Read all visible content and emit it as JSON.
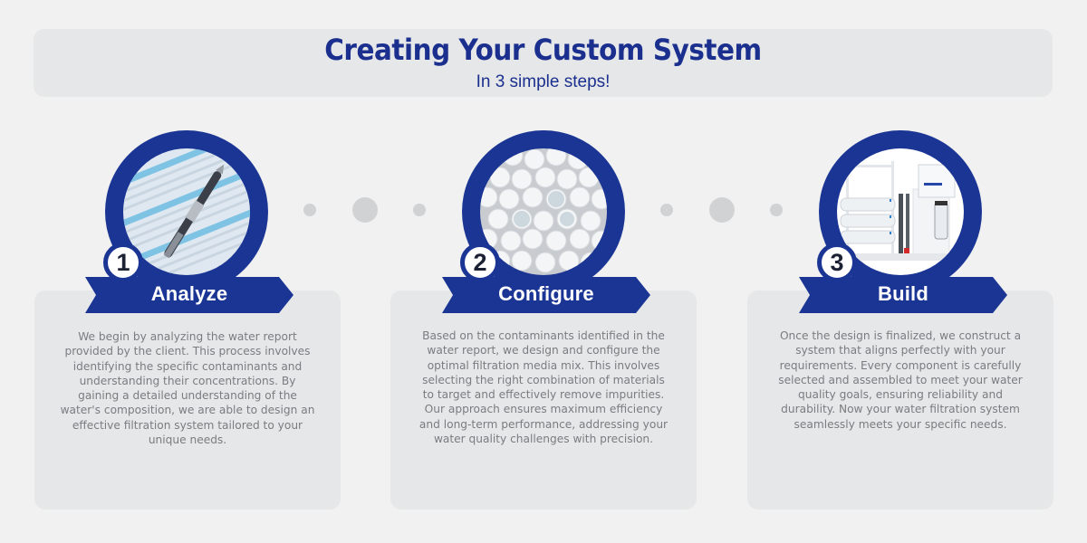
{
  "header": {
    "title": "Creating Your Custom System",
    "subtitle": "In 3 simple steps!"
  },
  "colors": {
    "brand_blue": "#1b3595",
    "title_blue": "#1b2f8f",
    "card_bg": "#e6e7e8",
    "page_bg": "#f0f1f0",
    "body_text": "#7a7c7f",
    "connector_dot": "#d1d2d4"
  },
  "steps": [
    {
      "number": "1",
      "label": "Analyze",
      "image": "water-report-with-pen-photo",
      "description": "We begin by analyzing the water report provided by the client. This process involves identifying the specific contaminants and understanding their concentrations. By gaining a detailed understanding of the water's composition, we are able to design an effective filtration system tailored to your unique needs."
    },
    {
      "number": "2",
      "label": "Configure",
      "image": "white-filtration-media-balls-photo",
      "description": "Based on the contaminants identified in the water report, we design and configure the optimal filtration media mix. This involves selecting the right combination of materials to target and effectively remove impurities. Our approach ensures maximum efficiency and long-term performance, addressing your water quality challenges with precision."
    },
    {
      "number": "3",
      "label": "Build",
      "image": "water-filtration-system-equipment-photo",
      "description": "Once the design is finalized, we construct a system that aligns perfectly with your requirements. Every component is carefully selected and assembled to meet your water quality goals, ensuring reliability and durability. Now your water filtration system seamlessly meets your specific needs."
    }
  ]
}
